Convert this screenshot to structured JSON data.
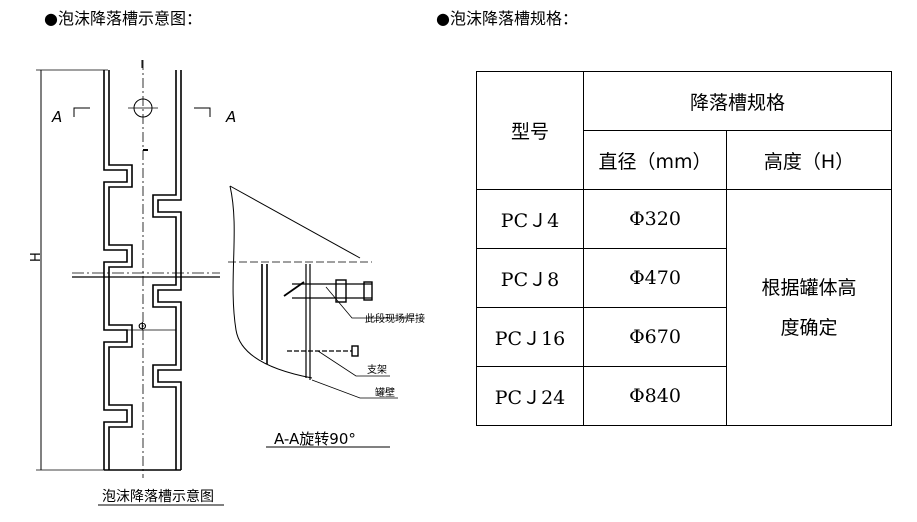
{
  "left_heading": {
    "bullet": "●",
    "text": "泡沫降落槽示意图："
  },
  "right_heading": {
    "bullet": "●",
    "text": "泡沫降落槽规格："
  },
  "drawing": {
    "section_left": "A",
    "section_right": "A",
    "height_label": "H",
    "diameter_label": "Φ",
    "weld_note": "此段现场焊接",
    "support_label": "支架",
    "wall_label": "罐壁",
    "rotation_caption": "A-A旋转90°",
    "caption": "泡沫降落槽示意图"
  },
  "table": {
    "model_header": "型号",
    "spec_header": "降落槽规格",
    "diameter_header": "直径（mm）",
    "height_header": "高度（H）",
    "rows": [
      {
        "model": "PCＪ4",
        "diameter": "Φ320"
      },
      {
        "model": "PCＪ8",
        "diameter": "Φ470"
      },
      {
        "model": "PCＪ16",
        "diameter": "Φ670"
      },
      {
        "model": "PCＪ24",
        "diameter": "Φ840"
      }
    ],
    "height_note_line1": "根据罐体高",
    "height_note_line2": "度确定"
  }
}
